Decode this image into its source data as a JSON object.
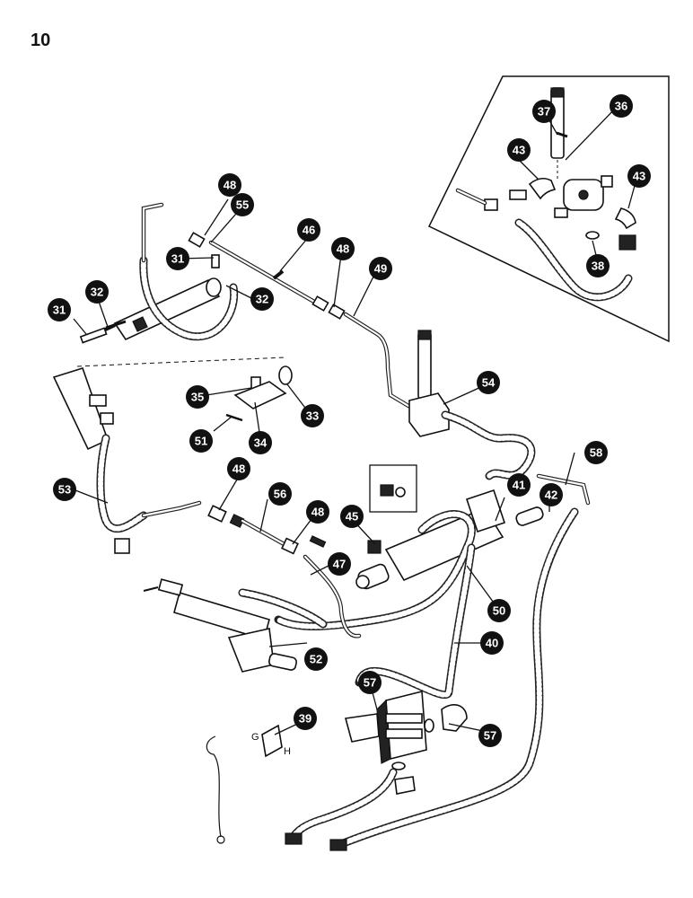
{
  "page_number": "10",
  "callouts": [
    {
      "id": "c31a",
      "label": "31"
    },
    {
      "id": "c31b",
      "label": "31"
    },
    {
      "id": "c32a",
      "label": "32"
    },
    {
      "id": "c32b",
      "label": "32"
    },
    {
      "id": "c33",
      "label": "33"
    },
    {
      "id": "c34",
      "label": "34"
    },
    {
      "id": "c35",
      "label": "35"
    },
    {
      "id": "c36",
      "label": "36"
    },
    {
      "id": "c37",
      "label": "37"
    },
    {
      "id": "c38",
      "label": "38"
    },
    {
      "id": "c39",
      "label": "39"
    },
    {
      "id": "c40",
      "label": "40"
    },
    {
      "id": "c41",
      "label": "41"
    },
    {
      "id": "c42",
      "label": "42"
    },
    {
      "id": "c43a",
      "label": "43"
    },
    {
      "id": "c43b",
      "label": "43"
    },
    {
      "id": "c45",
      "label": "45"
    },
    {
      "id": "c46",
      "label": "46"
    },
    {
      "id": "c47",
      "label": "47"
    },
    {
      "id": "c48a",
      "label": "48"
    },
    {
      "id": "c48b",
      "label": "48"
    },
    {
      "id": "c48c",
      "label": "48"
    },
    {
      "id": "c48d",
      "label": "48"
    },
    {
      "id": "c49",
      "label": "49"
    },
    {
      "id": "c50",
      "label": "50"
    },
    {
      "id": "c51",
      "label": "51"
    },
    {
      "id": "c52",
      "label": "52"
    },
    {
      "id": "c53",
      "label": "53"
    },
    {
      "id": "c54",
      "label": "54"
    },
    {
      "id": "c55",
      "label": "55"
    },
    {
      "id": "c56",
      "label": "56"
    },
    {
      "id": "c57a",
      "label": "57"
    },
    {
      "id": "c57b",
      "label": "57"
    },
    {
      "id": "c58",
      "label": "58"
    }
  ],
  "bracket_letters": {
    "g": "G",
    "h": "H"
  }
}
